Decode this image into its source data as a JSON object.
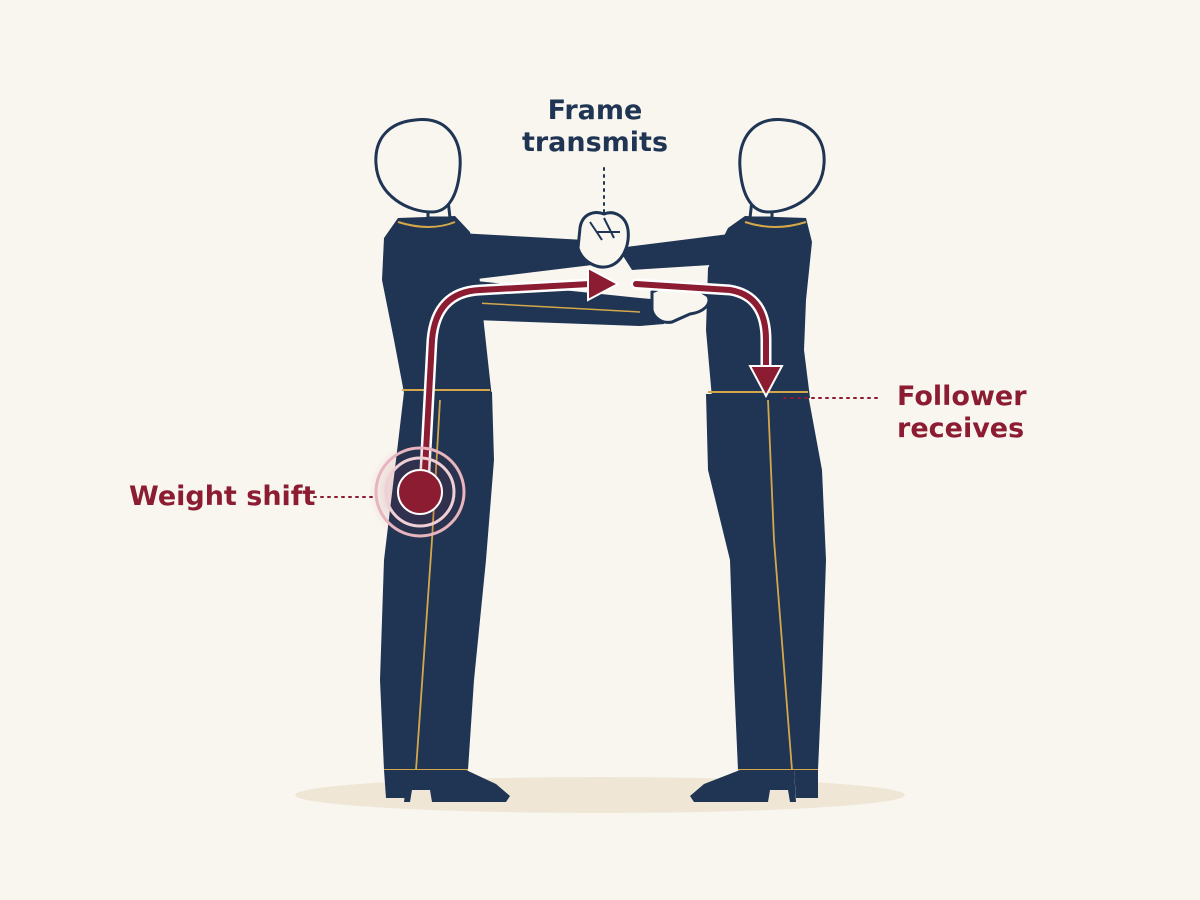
{
  "labels": {
    "frame": {
      "line1": "Frame",
      "line2": "transmits"
    },
    "follower": {
      "line1": "Follower",
      "line2": "receives"
    },
    "weight_shift": "Weight shift"
  },
  "colors": {
    "background": "#f9f6f0",
    "suit": "#1f3553",
    "trim": "#d4a84a",
    "arrow": "#8c1c32",
    "label_navy": "#1f3553",
    "label_red": "#8c1c32",
    "floor_shadow": "#efe6d6"
  }
}
